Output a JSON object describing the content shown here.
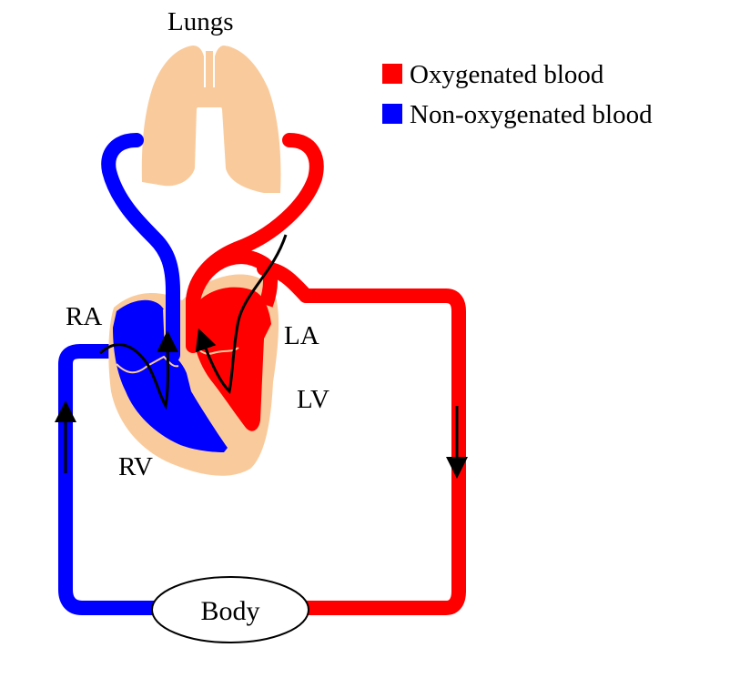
{
  "labels": {
    "lungs": "Lungs",
    "ra": "RA",
    "la": "LA",
    "lv": "LV",
    "rv": "RV",
    "body": "Body"
  },
  "legend": {
    "items": [
      {
        "label": "Oxygenated blood",
        "color": "#ff0000"
      },
      {
        "label": "Non-oxygenated blood",
        "color": "#0000ff"
      }
    ]
  },
  "colors": {
    "oxygenated": "#ff0000",
    "deoxygenated": "#0000ff",
    "tissue": "#f9cb9c",
    "arrow": "#000000"
  }
}
